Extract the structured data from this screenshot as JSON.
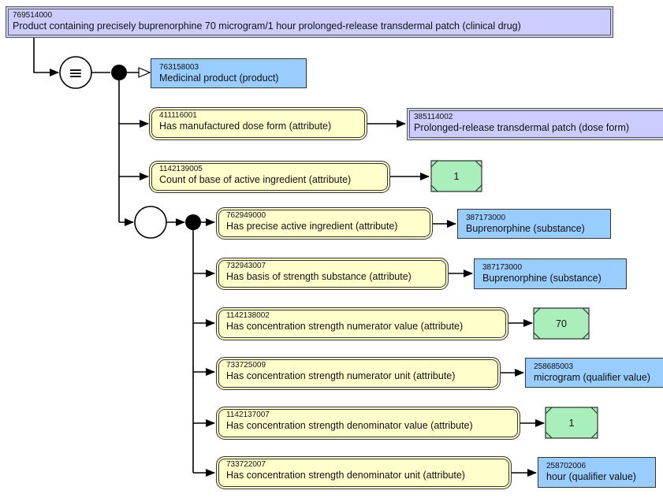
{
  "concepts": {
    "root": {
      "id": "769514000",
      "label": "Product containing precisely buprenorphine 70 microgram/1 hour prolonged-release transdermal patch (clinical drug)"
    },
    "parent": {
      "id": "763158003",
      "label": "Medicinal product (product)"
    },
    "dose_form": {
      "id": "385114002",
      "label": "Prolonged-release transdermal patch (dose form)"
    },
    "substance_1": {
      "id": "387173000",
      "label": "Buprenorphine (substance)"
    },
    "substance_2": {
      "id": "387173000",
      "label": "Buprenorphine (substance)"
    },
    "unit_numerator": {
      "id": "258685003",
      "label": "microgram (qualifier value)"
    },
    "unit_denominator": {
      "id": "258702006",
      "label": "hour (qualifier value)"
    }
  },
  "attributes": {
    "dose_form": {
      "id": "411116001",
      "label": "Has manufactured dose form (attribute)"
    },
    "count_base": {
      "id": "1142139005",
      "label": "Count of base of active ingredient (attribute)"
    },
    "precise_ingredient": {
      "id": "762949000",
      "label": "Has precise active ingredient (attribute)"
    },
    "basis_strength": {
      "id": "732943007",
      "label": "Has basis of strength substance (attribute)"
    },
    "numerator_value": {
      "id": "1142138002",
      "label": "Has concentration strength numerator value (attribute)"
    },
    "numerator_unit": {
      "id": "733725009",
      "label": "Has concentration strength numerator unit (attribute)"
    },
    "denominator_value": {
      "id": "1142137007",
      "label": "Has concentration strength denominator value (attribute)"
    },
    "denominator_unit": {
      "id": "733722007",
      "label": "Has concentration strength denominator unit (attribute)"
    }
  },
  "values": {
    "count_base": "1",
    "numerator": "70",
    "denominator": "1"
  },
  "symbols": {
    "definition_status": "≡"
  },
  "colors": {
    "defined_concept": "#ccccff",
    "primitive_concept": "#99ccff",
    "attribute": "#ffffcc",
    "concrete_value": "#aaeebb"
  }
}
